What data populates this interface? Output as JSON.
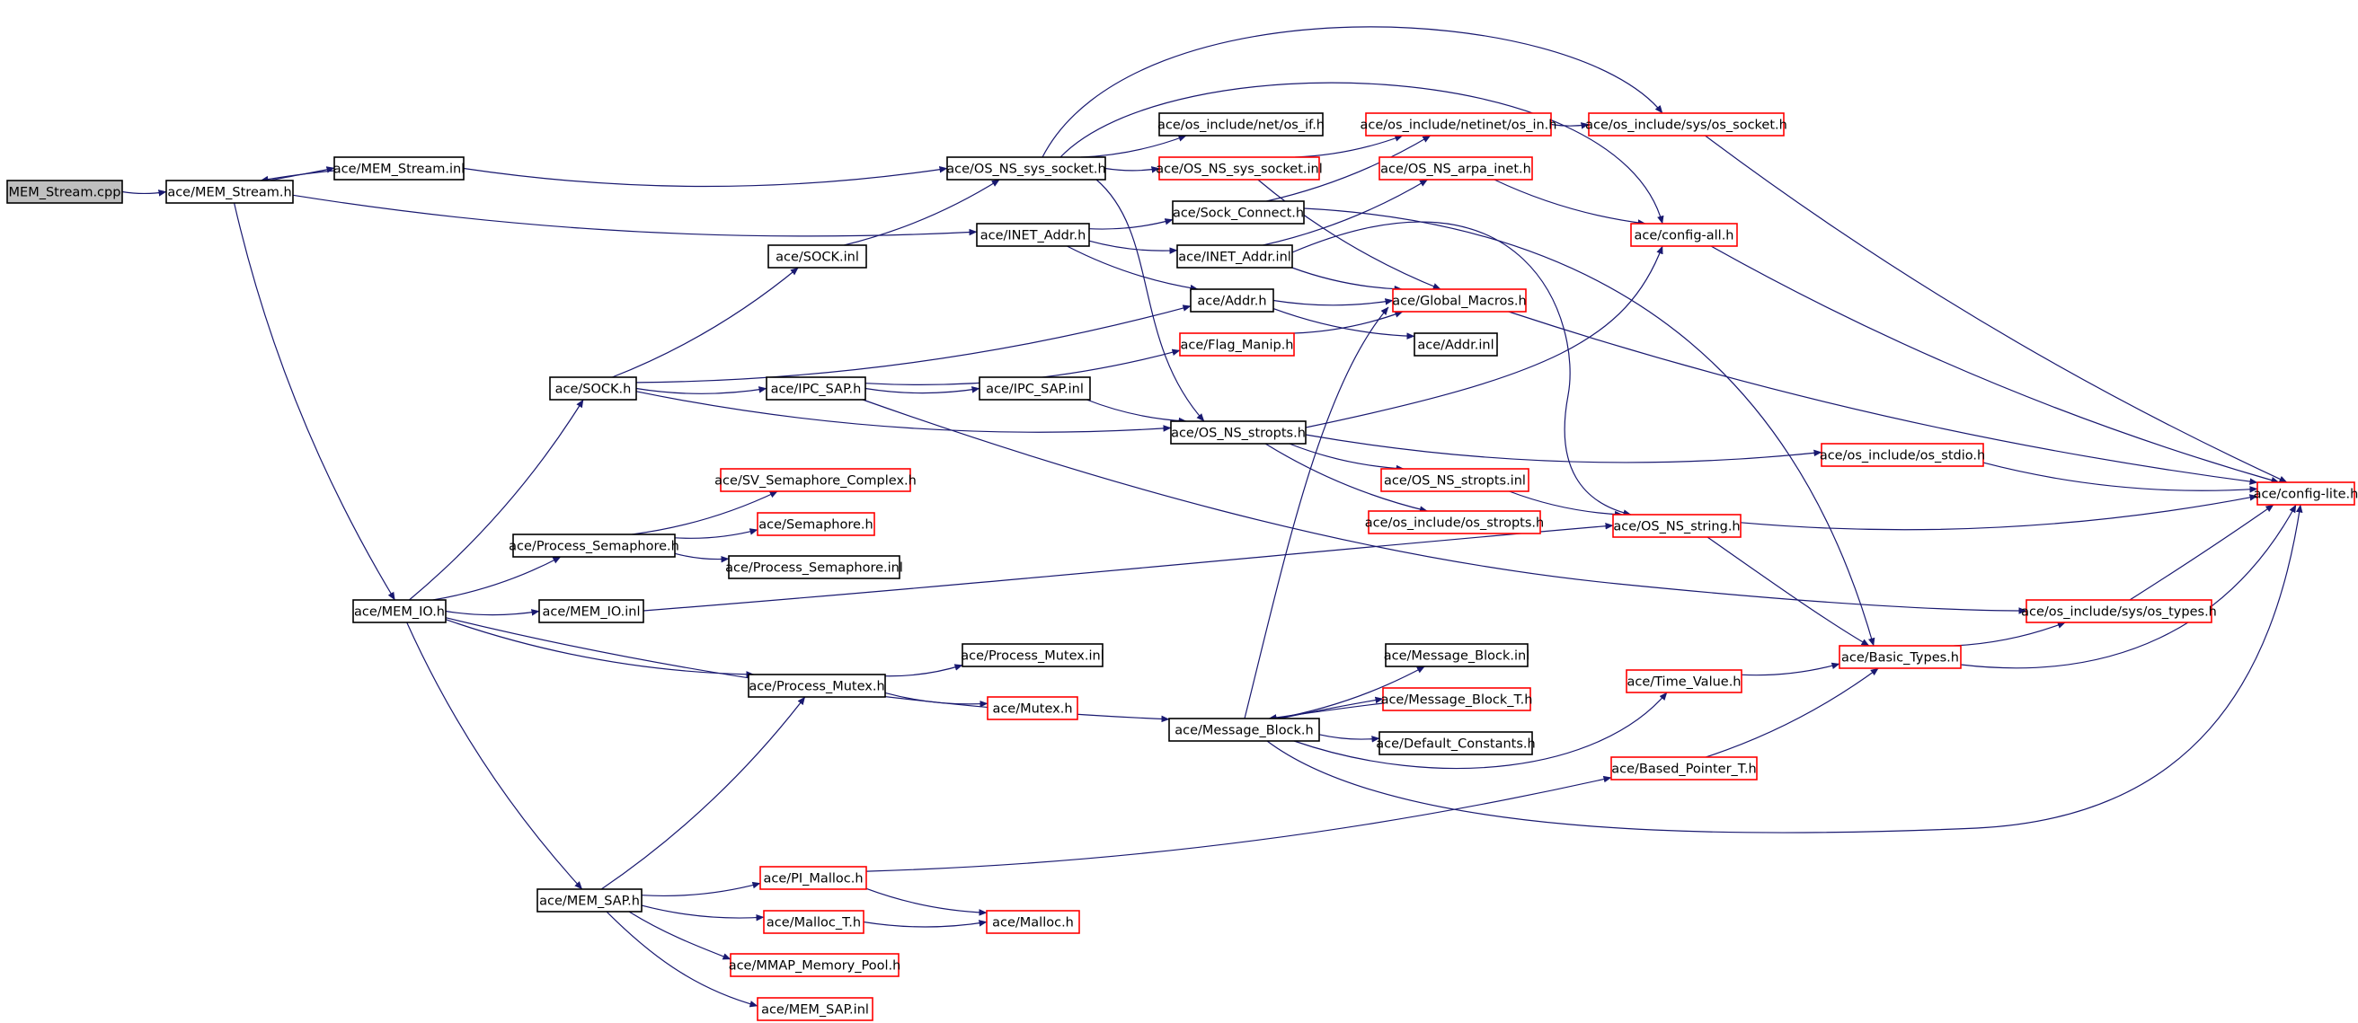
{
  "nodes": [
    {
      "id": "mem_stream_cpp",
      "label": "MEM_Stream.cpp",
      "border": "root"
    },
    {
      "id": "mem_stream_h",
      "label": "ace/MEM_Stream.h",
      "border": "black"
    },
    {
      "id": "mem_stream_inl",
      "label": "ace/MEM_Stream.inl",
      "border": "black"
    },
    {
      "id": "os_ns_sys_socket_h",
      "label": "ace/OS_NS_sys_socket.h",
      "border": "black"
    },
    {
      "id": "os_if_h",
      "label": "ace/os_include/net/os_if.h",
      "border": "black"
    },
    {
      "id": "os_ns_sys_socket_inl",
      "label": "ace/OS_NS_sys_socket.inl",
      "border": "red"
    },
    {
      "id": "os_in_h",
      "label": "ace/os_include/netinet/os_in.h",
      "border": "red"
    },
    {
      "id": "sys_os_socket_h",
      "label": "ace/os_include/sys/os_socket.h",
      "border": "red"
    },
    {
      "id": "os_ns_arpa_inet_h",
      "label": "ace/OS_NS_arpa_inet.h",
      "border": "red"
    },
    {
      "id": "sock_connect_h",
      "label": "ace/Sock_Connect.h",
      "border": "black"
    },
    {
      "id": "inet_addr_h",
      "label": "ace/INET_Addr.h",
      "border": "black"
    },
    {
      "id": "inet_addr_inl",
      "label": "ace/INET_Addr.inl",
      "border": "black"
    },
    {
      "id": "config_all_h",
      "label": "ace/config-all.h",
      "border": "red"
    },
    {
      "id": "sock_inl",
      "label": "ace/SOCK.inl",
      "border": "black"
    },
    {
      "id": "addr_h",
      "label": "ace/Addr.h",
      "border": "black"
    },
    {
      "id": "global_macros_h",
      "label": "ace/Global_Macros.h",
      "border": "red"
    },
    {
      "id": "addr_inl",
      "label": "ace/Addr.inl",
      "border": "black"
    },
    {
      "id": "flag_manip_h",
      "label": "ace/Flag_Manip.h",
      "border": "red"
    },
    {
      "id": "sock_h",
      "label": "ace/SOCK.h",
      "border": "black"
    },
    {
      "id": "ipc_sap_h",
      "label": "ace/IPC_SAP.h",
      "border": "black"
    },
    {
      "id": "ipc_sap_inl",
      "label": "ace/IPC_SAP.inl",
      "border": "black"
    },
    {
      "id": "os_ns_stropts_h",
      "label": "ace/OS_NS_stropts.h",
      "border": "black"
    },
    {
      "id": "os_stdio_h",
      "label": "ace/os_include/os_stdio.h",
      "border": "red"
    },
    {
      "id": "config_lite_h",
      "label": "ace/config-lite.h",
      "border": "red"
    },
    {
      "id": "os_ns_stropts_inl",
      "label": "ace/OS_NS_stropts.inl",
      "border": "red"
    },
    {
      "id": "os_stropts_h",
      "label": "ace/os_include/os_stropts.h",
      "border": "red"
    },
    {
      "id": "os_ns_string_h",
      "label": "ace/OS_NS_string.h",
      "border": "red"
    },
    {
      "id": "sv_sem_complex_h",
      "label": "ace/SV_Semaphore_Complex.h",
      "border": "red"
    },
    {
      "id": "semaphore_h",
      "label": "ace/Semaphore.h",
      "border": "red"
    },
    {
      "id": "process_semaphore_h",
      "label": "ace/Process_Semaphore.h",
      "border": "black"
    },
    {
      "id": "process_semaphore_inl",
      "label": "ace/Process_Semaphore.inl",
      "border": "black"
    },
    {
      "id": "mem_io_h",
      "label": "ace/MEM_IO.h",
      "border": "black"
    },
    {
      "id": "mem_io_inl",
      "label": "ace/MEM_IO.inl",
      "border": "black"
    },
    {
      "id": "sys_os_types_h",
      "label": "ace/os_include/sys/os_types.h",
      "border": "red"
    },
    {
      "id": "process_mutex_inl",
      "label": "ace/Process_Mutex.inl",
      "border": "black"
    },
    {
      "id": "process_mutex_h",
      "label": "ace/Process_Mutex.h",
      "border": "black"
    },
    {
      "id": "mutex_h",
      "label": "ace/Mutex.h",
      "border": "red"
    },
    {
      "id": "message_block_inl",
      "label": "ace/Message_Block.inl",
      "border": "black"
    },
    {
      "id": "message_block_t_h",
      "label": "ace/Message_Block_T.h",
      "border": "red"
    },
    {
      "id": "message_block_h",
      "label": "ace/Message_Block.h",
      "border": "black"
    },
    {
      "id": "default_constants_h",
      "label": "ace/Default_Constants.h",
      "border": "black"
    },
    {
      "id": "time_value_h",
      "label": "ace/Time_Value.h",
      "border": "red"
    },
    {
      "id": "basic_types_h",
      "label": "ace/Basic_Types.h",
      "border": "red"
    },
    {
      "id": "based_pointer_t_h",
      "label": "ace/Based_Pointer_T.h",
      "border": "red"
    },
    {
      "id": "pi_malloc_h",
      "label": "ace/PI_Malloc.h",
      "border": "red"
    },
    {
      "id": "mem_sap_h",
      "label": "ace/MEM_SAP.h",
      "border": "black"
    },
    {
      "id": "malloc_t_h",
      "label": "ace/Malloc_T.h",
      "border": "red"
    },
    {
      "id": "malloc_h",
      "label": "ace/Malloc.h",
      "border": "red"
    },
    {
      "id": "mmap_memory_pool_h",
      "label": "ace/MMAP_Memory_Pool.h",
      "border": "red"
    },
    {
      "id": "mem_sap_inl",
      "label": "ace/MEM_SAP.inl",
      "border": "red"
    }
  ],
  "edges": [
    [
      "mem_stream_cpp",
      "mem_stream_h"
    ],
    [
      "mem_stream_h",
      "mem_stream_inl"
    ],
    [
      "mem_stream_inl",
      "mem_stream_h"
    ],
    [
      "mem_stream_inl",
      "os_ns_sys_socket_h"
    ],
    [
      "mem_stream_h",
      "inet_addr_h"
    ],
    [
      "mem_stream_h",
      "mem_io_h"
    ],
    [
      "os_ns_sys_socket_h",
      "os_if_h"
    ],
    [
      "os_ns_sys_socket_h",
      "os_ns_sys_socket_inl"
    ],
    [
      "os_ns_sys_socket_h",
      "sys_os_socket_h"
    ],
    [
      "os_ns_sys_socket_h",
      "config_all_h"
    ],
    [
      "os_ns_sys_socket_h",
      "os_ns_stropts_h"
    ],
    [
      "os_ns_sys_socket_inl",
      "os_in_h"
    ],
    [
      "os_ns_sys_socket_inl",
      "global_macros_h"
    ],
    [
      "os_in_h",
      "sys_os_socket_h"
    ],
    [
      "sys_os_socket_h",
      "config_lite_h"
    ],
    [
      "os_ns_arpa_inet_h",
      "config_all_h"
    ],
    [
      "sock_connect_h",
      "os_in_h"
    ],
    [
      "sock_connect_h",
      "basic_types_h"
    ],
    [
      "inet_addr_h",
      "sock_connect_h"
    ],
    [
      "inet_addr_h",
      "inet_addr_inl"
    ],
    [
      "inet_addr_h",
      "addr_h"
    ],
    [
      "inet_addr_inl",
      "os_ns_arpa_inet_h"
    ],
    [
      "inet_addr_inl",
      "global_macros_h"
    ],
    [
      "inet_addr_inl",
      "os_ns_string_h"
    ],
    [
      "config_all_h",
      "config_lite_h"
    ],
    [
      "sock_inl",
      "os_ns_sys_socket_h"
    ],
    [
      "sock_h",
      "sock_inl"
    ],
    [
      "sock_h",
      "addr_h"
    ],
    [
      "sock_h",
      "ipc_sap_h"
    ],
    [
      "sock_h",
      "os_ns_stropts_h"
    ],
    [
      "addr_h",
      "addr_inl"
    ],
    [
      "addr_h",
      "global_macros_h"
    ],
    [
      "global_macros_h",
      "config_lite_h"
    ],
    [
      "flag_manip_h",
      "global_macros_h"
    ],
    [
      "ipc_sap_h",
      "flag_manip_h"
    ],
    [
      "ipc_sap_h",
      "ipc_sap_inl"
    ],
    [
      "ipc_sap_h",
      "sys_os_types_h"
    ],
    [
      "ipc_sap_inl",
      "os_ns_stropts_h"
    ],
    [
      "os_ns_stropts_h",
      "config_all_h"
    ],
    [
      "os_ns_stropts_h",
      "os_stdio_h"
    ],
    [
      "os_ns_stropts_h",
      "os_ns_stropts_inl"
    ],
    [
      "os_ns_stropts_h",
      "os_stropts_h"
    ],
    [
      "os_stdio_h",
      "config_lite_h"
    ],
    [
      "os_ns_stropts_inl",
      "os_ns_string_h"
    ],
    [
      "os_ns_string_h",
      "config_lite_h"
    ],
    [
      "os_ns_string_h",
      "basic_types_h"
    ],
    [
      "process_semaphore_h",
      "sv_sem_complex_h"
    ],
    [
      "process_semaphore_h",
      "semaphore_h"
    ],
    [
      "process_semaphore_h",
      "process_semaphore_inl"
    ],
    [
      "mem_io_h",
      "sock_h"
    ],
    [
      "mem_io_h",
      "process_semaphore_h"
    ],
    [
      "mem_io_h",
      "mem_io_inl"
    ],
    [
      "mem_io_h",
      "process_mutex_h"
    ],
    [
      "mem_io_h",
      "message_block_h"
    ],
    [
      "mem_io_h",
      "mem_sap_h"
    ],
    [
      "mem_io_inl",
      "os_ns_string_h"
    ],
    [
      "sys_os_types_h",
      "config_lite_h"
    ],
    [
      "process_mutex_h",
      "process_mutex_inl"
    ],
    [
      "process_mutex_h",
      "mutex_h"
    ],
    [
      "message_block_h",
      "message_block_inl"
    ],
    [
      "message_block_h",
      "message_block_t_h"
    ],
    [
      "message_block_t_h",
      "message_block_h"
    ],
    [
      "message_block_h",
      "default_constants_h"
    ],
    [
      "message_block_h",
      "global_macros_h"
    ],
    [
      "message_block_h",
      "time_value_h"
    ],
    [
      "message_block_h",
      "config_lite_h"
    ],
    [
      "time_value_h",
      "basic_types_h"
    ],
    [
      "basic_types_h",
      "sys_os_types_h"
    ],
    [
      "basic_types_h",
      "config_lite_h"
    ],
    [
      "based_pointer_t_h",
      "basic_types_h"
    ],
    [
      "mem_sap_h",
      "process_mutex_h"
    ],
    [
      "mem_sap_h",
      "pi_malloc_h"
    ],
    [
      "mem_sap_h",
      "malloc_t_h"
    ],
    [
      "mem_sap_h",
      "mmap_memory_pool_h"
    ],
    [
      "mem_sap_h",
      "mem_sap_inl"
    ],
    [
      "pi_malloc_h",
      "based_pointer_t_h"
    ],
    [
      "pi_malloc_h",
      "malloc_h"
    ],
    [
      "malloc_t_h",
      "malloc_h"
    ]
  ],
  "colors": {
    "edge": "#191970",
    "border_default": "#000000",
    "border_external": "#ff0000",
    "root_fill": "#bfbfbf",
    "node_fill": "#ffffff"
  }
}
